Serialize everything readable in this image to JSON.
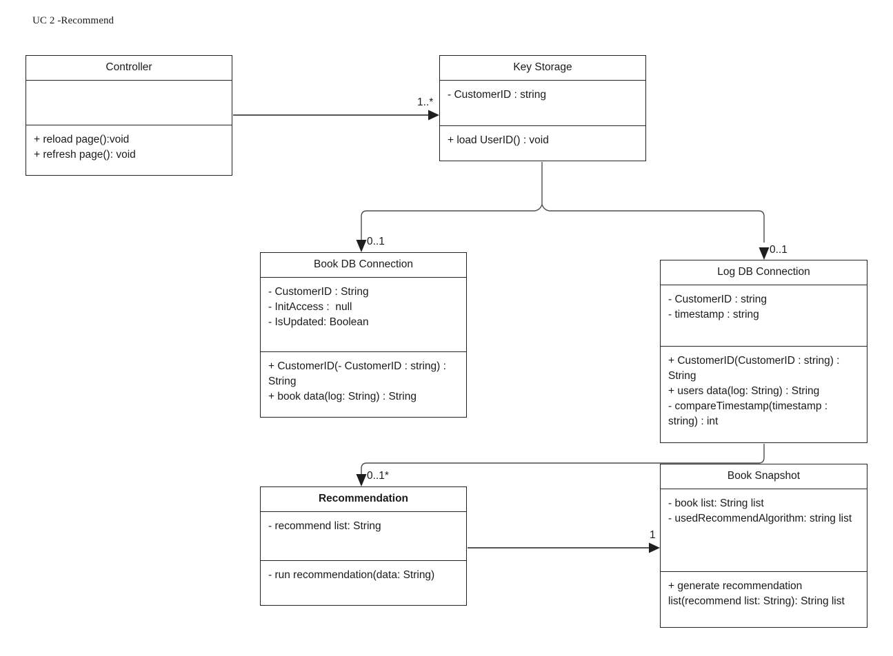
{
  "diagram": {
    "title": "UC 2 -Recommend",
    "type": "uml-class-diagram",
    "colors": {
      "background": "#ffffff",
      "box_border": "#1f1f1f",
      "text": "#1a1a1a",
      "connector": "#4d4d4d",
      "arrowhead": "#1f1f1f"
    }
  },
  "classes": [
    {
      "id": "controller",
      "name": "Controller",
      "name_bold": false,
      "attributes": [],
      "operations": [
        "+ reload page():void",
        "+ refresh page(): void"
      ]
    },
    {
      "id": "key-storage",
      "name": "Key Storage",
      "name_bold": false,
      "attributes": [
        "- CustomerID : string"
      ],
      "operations": [
        "+ load UserID() : void"
      ]
    },
    {
      "id": "book-db-connection",
      "name": "Book DB Connection",
      "name_bold": false,
      "attributes": [
        "- CustomerID : String",
        "- InitAccess :  null",
        "- IsUpdated: Boolean"
      ],
      "operations": [
        "+ CustomerID(- CustomerID : string) : String",
        "+ book data(log: String) : String"
      ]
    },
    {
      "id": "log-db-connection",
      "name": "Log DB Connection",
      "name_bold": false,
      "attributes": [
        "- CustomerID : string",
        "- timestamp : string"
      ],
      "operations": [
        "+ CustomerID(CustomerID : string) : String",
        "+ users data(log: String) : String",
        "- compareTimestamp(timestamp : string) : int"
      ]
    },
    {
      "id": "recommendation",
      "name": "Recommendation",
      "name_bold": true,
      "attributes": [
        "- recommend list: String"
      ],
      "operations": [
        "- run recommendation(data: String)"
      ]
    },
    {
      "id": "book-snapshot",
      "name": "Book Snapshot",
      "name_bold": false,
      "attributes": [
        "- book list: String list",
        "- usedRecommendAlgorithm: string list"
      ],
      "operations": [
        "+ generate recommendation list(recommend list: String): String list"
      ]
    }
  ],
  "connectors": [
    {
      "id": "controller-to-key-storage",
      "from": "controller",
      "to": "key-storage",
      "multiplicity": "1..*"
    },
    {
      "id": "key-storage-to-book-db",
      "from": "key-storage",
      "to": "book-db-connection",
      "multiplicity": "0..1"
    },
    {
      "id": "key-storage-to-log-db",
      "from": "key-storage",
      "to": "log-db-connection",
      "multiplicity": "0..1"
    },
    {
      "id": "log-db-to-recommendation",
      "from": "log-db-connection",
      "to": "recommendation",
      "multiplicity": "0..1*"
    },
    {
      "id": "recommendation-to-book-snapshot",
      "from": "recommendation",
      "to": "book-snapshot",
      "multiplicity": "1"
    }
  ]
}
